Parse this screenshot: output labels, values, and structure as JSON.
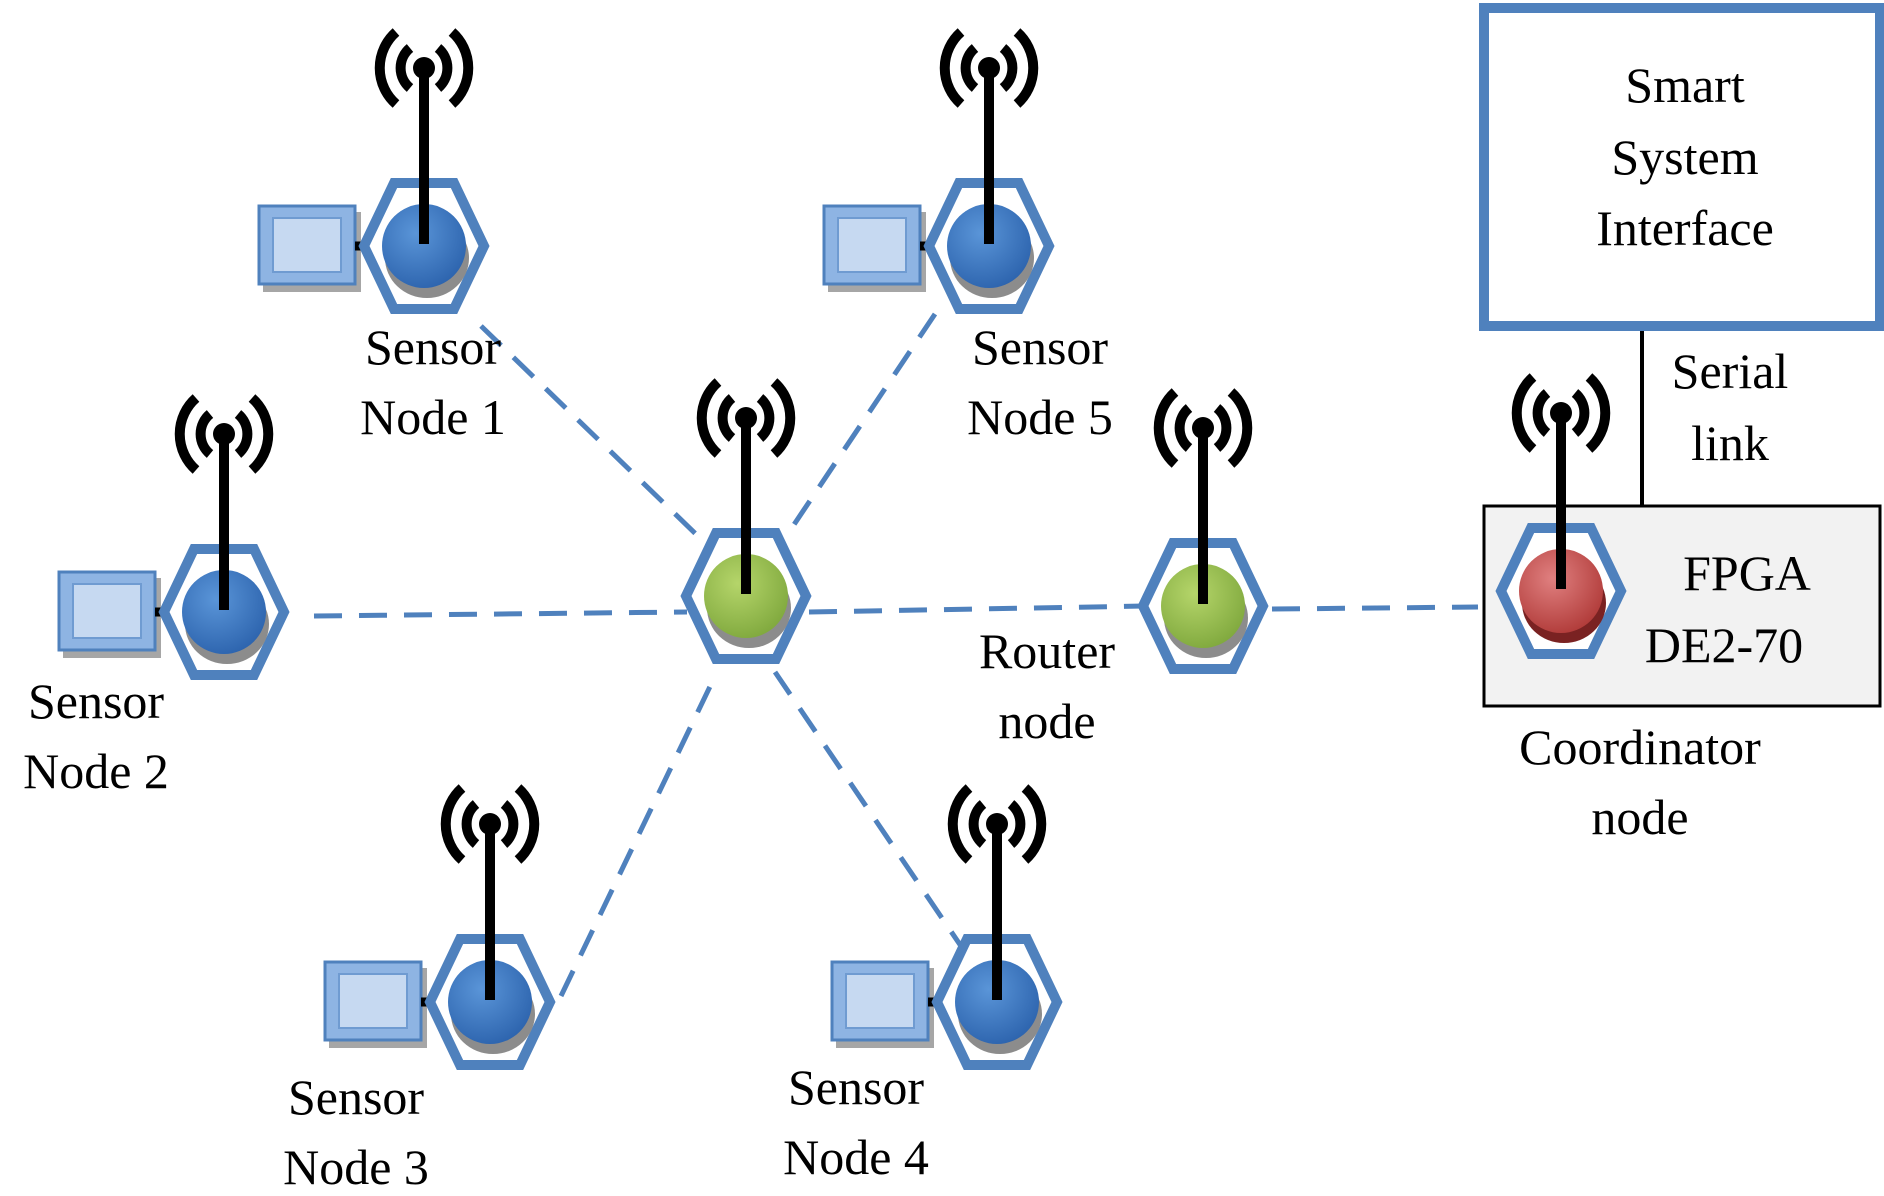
{
  "diagram": {
    "interface_box": {
      "lines": [
        "Smart",
        "System",
        "Interface"
      ]
    },
    "serial_link": {
      "lines": [
        "Serial",
        "link"
      ]
    },
    "fpga_box": {
      "lines": [
        "FPGA",
        "DE2-70"
      ]
    },
    "coordinator": {
      "lines": [
        "Coordinator",
        "node"
      ],
      "color": "#c0504d"
    },
    "router": {
      "lines": [
        "Router",
        "node"
      ],
      "color": "#9bbb59"
    },
    "sensors": [
      {
        "lines": [
          "Sensor",
          "Node 1"
        ]
      },
      {
        "lines": [
          "Sensor",
          "Node 2"
        ]
      },
      {
        "lines": [
          "Sensor",
          "Node 3"
        ]
      },
      {
        "lines": [
          "Sensor",
          "Node 4"
        ]
      },
      {
        "lines": [
          "Sensor",
          "Node 5"
        ]
      }
    ],
    "colors": {
      "link": "#4f81bd",
      "hexagon": "#4f81bd",
      "sensor_node": "#3a75c4",
      "device_box": "#c6d9f1",
      "fpga_fill": "#f2f2f2"
    },
    "icons": [
      "antenna-icon",
      "sensor-device-icon",
      "hexagon-node-icon"
    ]
  }
}
